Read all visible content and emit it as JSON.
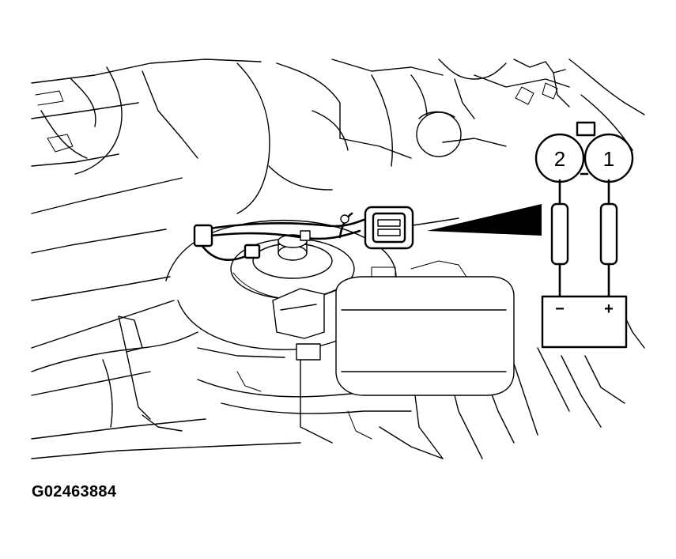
{
  "figure": {
    "code": "G02463884"
  },
  "connector": {
    "pins": [
      {
        "number": "2",
        "polarity": "−"
      },
      {
        "number": "1",
        "polarity": "+"
      }
    ]
  },
  "battery": {
    "negative_label": "−",
    "positive_label": "+"
  }
}
